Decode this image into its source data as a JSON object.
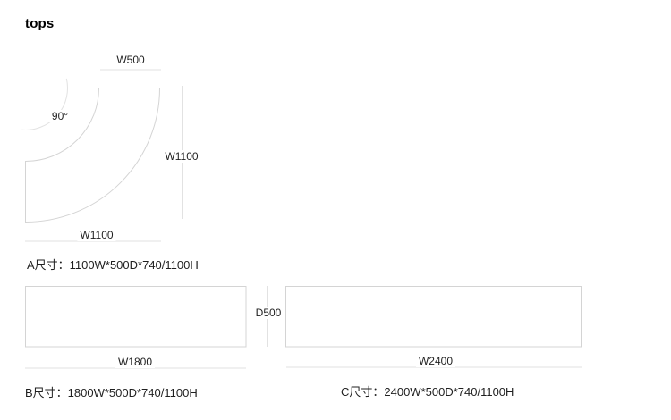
{
  "title": "tops",
  "colors": {
    "outline": "#d4d4d4",
    "dim_line": "#e2e2e2",
    "text": "#1f1f1f",
    "title": "#000000"
  },
  "shape_a": {
    "angle_label": "90°",
    "dim_top": "W500",
    "dim_right": "W1100",
    "dim_bottom": "W1100",
    "caption": "A尺寸：1100W*500D*740/1100H"
  },
  "shape_b": {
    "dim_bottom": "W1800",
    "caption": "B尺寸：1800W*500D*740/1100H"
  },
  "shape_c": {
    "dim_bottom": "W2400",
    "caption": "C尺寸：2400W*500D*740/1100H"
  },
  "depth_between_b_c": "D500"
}
